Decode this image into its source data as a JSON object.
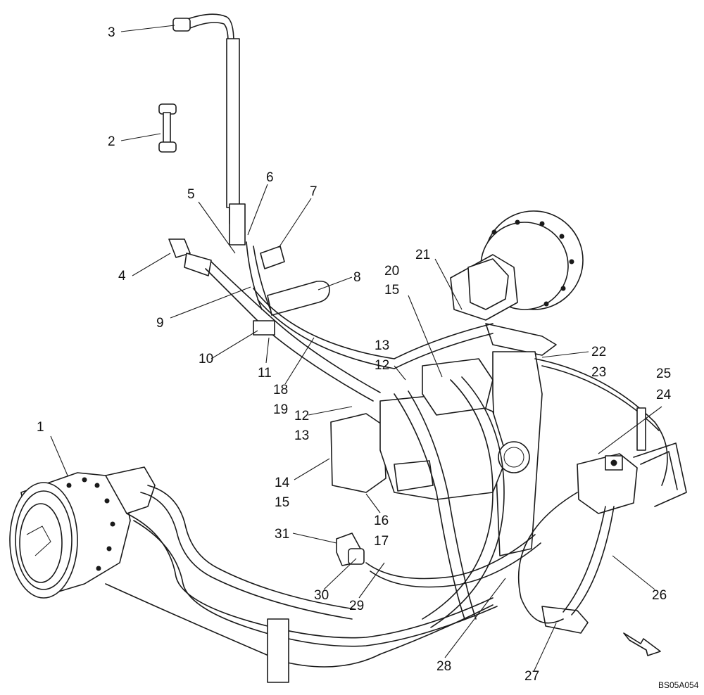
{
  "figure": {
    "reference_code": "BS05A054",
    "callouts": [
      {
        "id": "c1",
        "text": "1"
      },
      {
        "id": "c2",
        "text": "2"
      },
      {
        "id": "c3",
        "text": "3"
      },
      {
        "id": "c4",
        "text": "4"
      },
      {
        "id": "c5",
        "text": "5"
      },
      {
        "id": "c6",
        "text": "6"
      },
      {
        "id": "c7",
        "text": "7"
      },
      {
        "id": "c8",
        "text": "8"
      },
      {
        "id": "c9",
        "text": "9"
      },
      {
        "id": "c10",
        "text": "10"
      },
      {
        "id": "c11",
        "text": "11"
      },
      {
        "id": "c12a",
        "text": "12"
      },
      {
        "id": "c12b",
        "text": "12"
      },
      {
        "id": "c13a",
        "text": "13"
      },
      {
        "id": "c13b",
        "text": "13"
      },
      {
        "id": "c14",
        "text": "14"
      },
      {
        "id": "c15a",
        "text": "15"
      },
      {
        "id": "c15b",
        "text": "15"
      },
      {
        "id": "c16",
        "text": "16"
      },
      {
        "id": "c17",
        "text": "17"
      },
      {
        "id": "c18",
        "text": "18"
      },
      {
        "id": "c19",
        "text": "19"
      },
      {
        "id": "c20",
        "text": "20"
      },
      {
        "id": "c21",
        "text": "21"
      },
      {
        "id": "c22",
        "text": "22"
      },
      {
        "id": "c23",
        "text": "23"
      },
      {
        "id": "c24",
        "text": "24"
      },
      {
        "id": "c25",
        "text": "25"
      },
      {
        "id": "c26",
        "text": "26"
      },
      {
        "id": "c27",
        "text": "27"
      },
      {
        "id": "c28",
        "text": "28"
      },
      {
        "id": "c29",
        "text": "29"
      },
      {
        "id": "c30",
        "text": "30"
      },
      {
        "id": "c31",
        "text": "31"
      }
    ]
  }
}
